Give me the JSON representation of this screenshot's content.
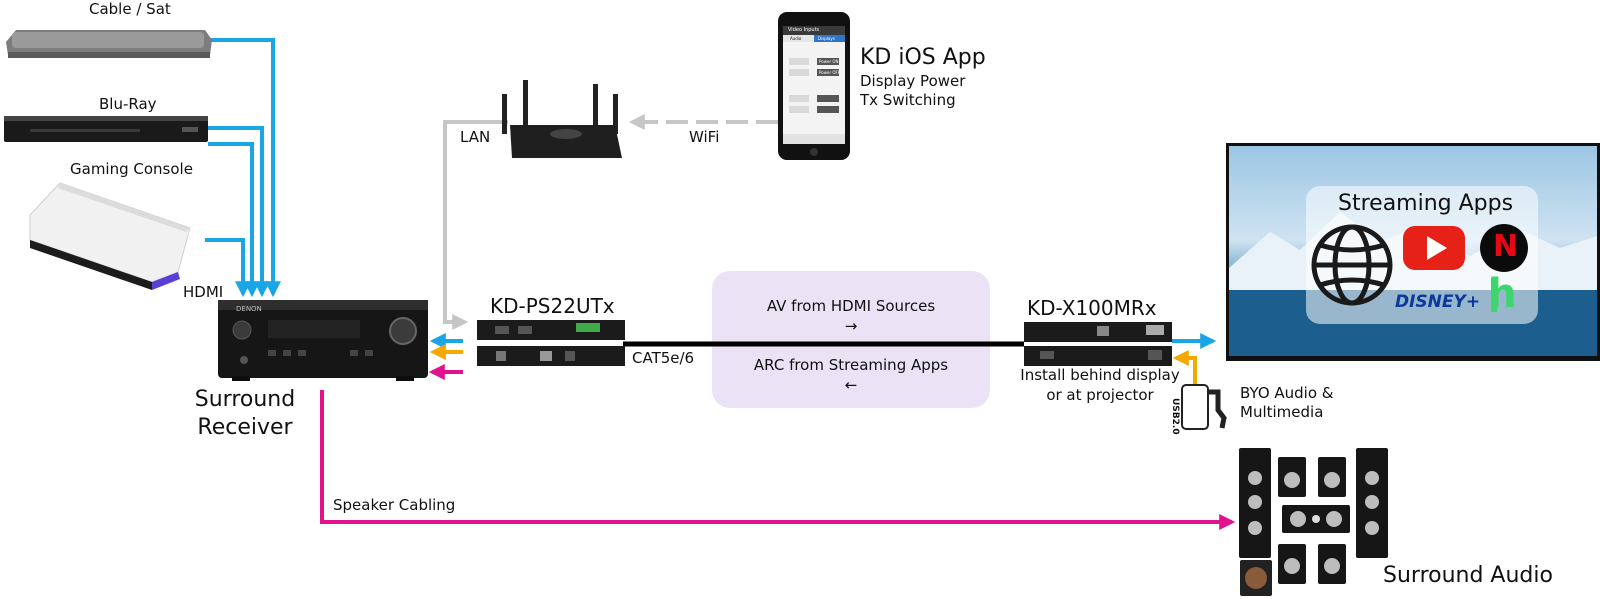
{
  "sources": {
    "cable_sat": "Cable / Sat",
    "bluray": "Blu-Ray",
    "gaming": "Gaming Console",
    "hdmi": "HDMI"
  },
  "receiver": {
    "line1": "Surround",
    "line2": "Receiver",
    "brand": "DENON"
  },
  "network": {
    "lan": "LAN",
    "wifi": "WiFi"
  },
  "app": {
    "title": "KD iOS App",
    "line1": "Display Power",
    "line2": "Tx Switching",
    "screen_header": "Video Inputs",
    "screen_tab_audio": "Audio",
    "screen_tab_displays": "Displays",
    "btn_power_on": "Power ON",
    "btn_power_off": "Power OFF"
  },
  "tx": {
    "name": "KD-PS22UTx",
    "cable": "CAT5e/6"
  },
  "info_box": {
    "line1": "AV from HDMI Sources",
    "arrow1": "→",
    "line2": "ARC from Streaming Apps",
    "arrow2": "←",
    "color": "#ebe3f5"
  },
  "rx": {
    "name": "KD-X100MRx",
    "note1": "Install behind display",
    "note2": "or at projector"
  },
  "tv": {
    "overlay_title": "Streaming Apps",
    "disney": "DISNEY+",
    "hulu": "h",
    "netflix": "N"
  },
  "usb": {
    "port": "USB2.0",
    "line1": "BYO Audio &",
    "line2": "Multimedia"
  },
  "speaker_cabling": "Speaker Cabling",
  "surround_audio": "Surround Audio",
  "colors": {
    "hdmi": "#1aa6e6",
    "arc": "#f5a800",
    "speaker": "#e0138c",
    "lan": "#c6c6c6",
    "cat": "#000000"
  }
}
